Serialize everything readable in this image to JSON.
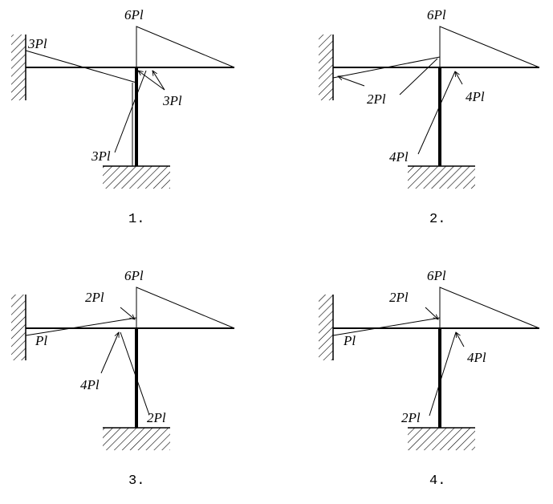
{
  "panels": [
    {
      "caption": "1.",
      "labels": {
        "top": "6Pl",
        "left": "3Pl",
        "joint": "3Pl",
        "column": "3Pl"
      }
    },
    {
      "caption": "2.",
      "labels": {
        "top": "6Pl",
        "left": "2Pl",
        "joint": "4Pl",
        "column": "4Pl"
      }
    },
    {
      "caption": "3.",
      "labels": {
        "top": "6Pl",
        "left": "Pl",
        "joint": "2Pl",
        "column": "4Pl",
        "base": "2Pl"
      }
    },
    {
      "caption": "4.",
      "labels": {
        "top": "6Pl",
        "left": "Pl",
        "joint": "2Pl",
        "column": "4Pl",
        "base": "2Pl"
      }
    }
  ],
  "colors": {
    "ink": "#000000",
    "background": "#ffffff"
  }
}
